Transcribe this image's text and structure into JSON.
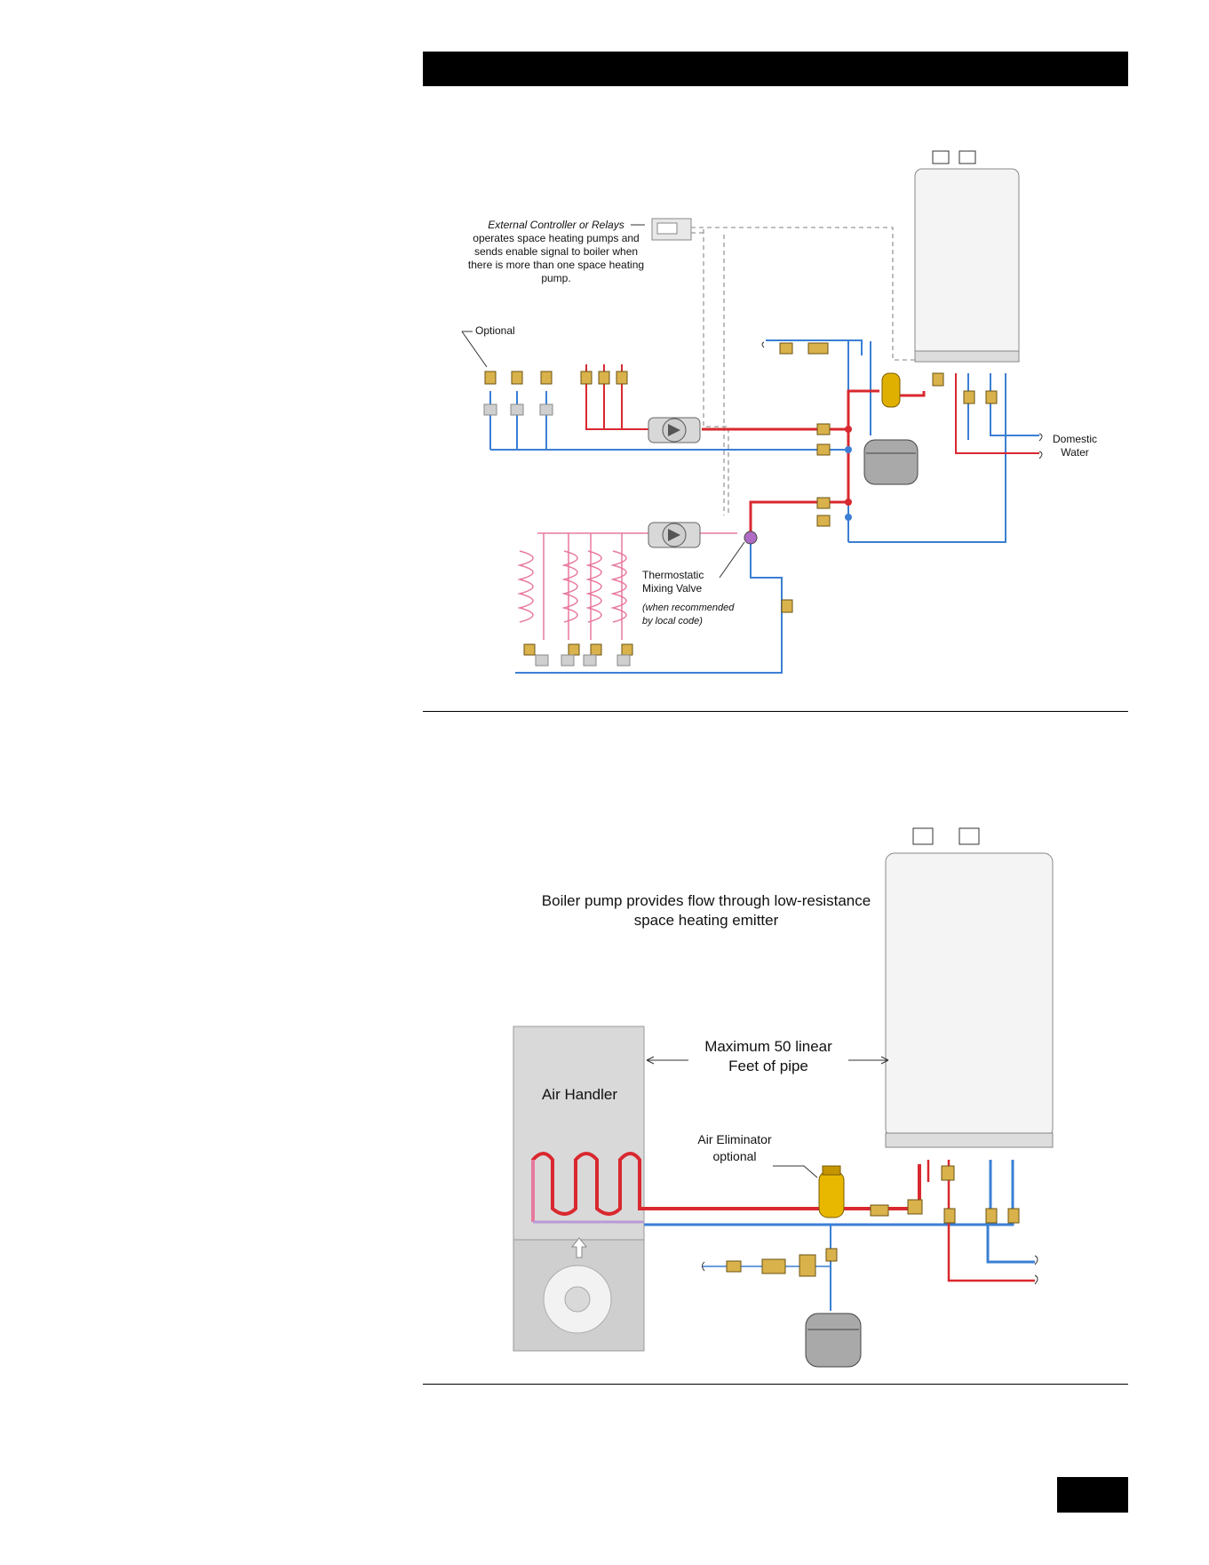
{
  "diagram1": {
    "controller_title": "External Controller or Relays",
    "controller_desc": "operates space heating pumps and sends enable signal to boiler when there is more than one space heating pump.",
    "optional": "Optional",
    "domestic_water": "Domestic Water",
    "mixing_valve": "Thermostatic Mixing Valve",
    "mixing_valve_note": "(when recommended by local code)"
  },
  "diagram2": {
    "boiler_pump_note": "Boiler pump provides flow through low-resistance space heating emitter",
    "max_pipe": "Maximum 50 linear Feet of pipe",
    "air_handler": "Air Handler",
    "air_eliminator": "Air Eliminator optional"
  },
  "colors": {
    "supply": "#d9282f",
    "return": "#3b7fd4",
    "radiant": "#e8789e",
    "control": "#9a9a9a"
  }
}
